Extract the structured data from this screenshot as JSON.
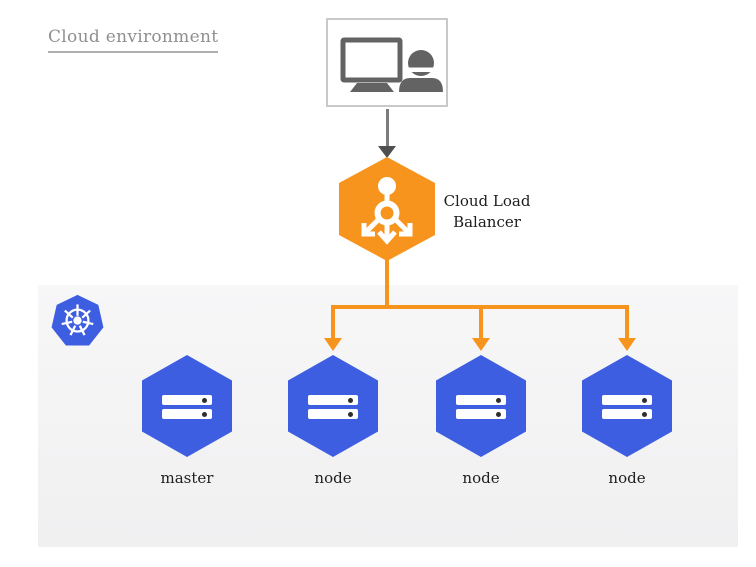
{
  "header": {
    "title": "Cloud environment"
  },
  "load_balancer": {
    "label": "Cloud Load Balancer"
  },
  "cluster": {
    "nodes": [
      {
        "label": "master"
      },
      {
        "label": "node"
      },
      {
        "label": "node"
      },
      {
        "label": "node"
      }
    ]
  },
  "icons": {
    "workstation": "monitor-and-person-icon",
    "load_balancer": "orange-hexagon-distribution-arrows-icon",
    "kubernetes": "helm-wheel-heptagon-icon",
    "server_node": "blue-hexagon-server-bars-icon",
    "flow_down": "down-arrow"
  },
  "colors": {
    "orange": "#F7941E",
    "node_blue": "#3D5EE1",
    "kubernetes_blue": "#3D5EE1",
    "panel_gray": "#F2F2F3",
    "title_gray": "#8F8F8F",
    "icon_gray": "#636363",
    "arrow_gray": "#7C7C7C",
    "label_dark": "#1E1E1E"
  }
}
